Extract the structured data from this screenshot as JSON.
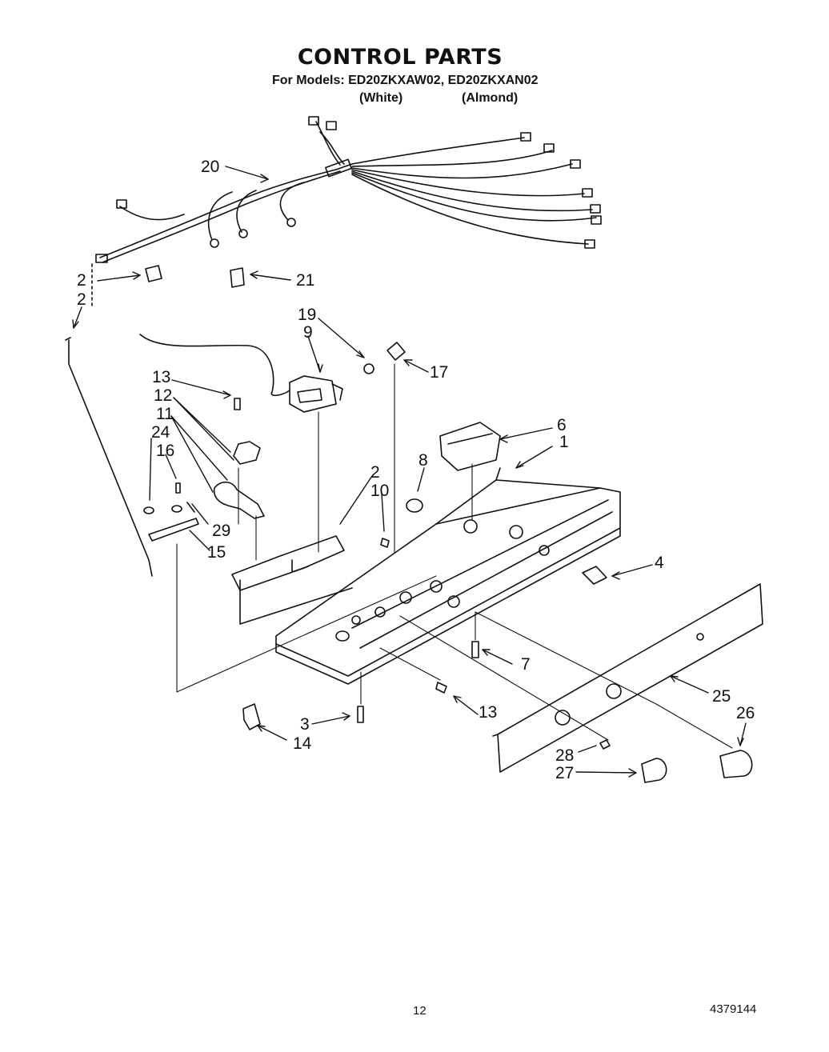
{
  "header": {
    "title": "CONTROL PARTS",
    "models_line": "For Models: ED20ZKXAW02, ED20ZKXAN02",
    "variant_white": "(White)",
    "variant_almond": "(Almond)"
  },
  "callouts": [
    "20",
    "2",
    "2",
    "21",
    "19",
    "9",
    "17",
    "13",
    "12",
    "11",
    "24",
    "16",
    "6",
    "1",
    "8",
    "2",
    "10",
    "29",
    "15",
    "4",
    "7",
    "25",
    "13",
    "26",
    "3",
    "14",
    "28",
    "27"
  ],
  "footer": {
    "page_number": "12",
    "document_number": "4379144"
  }
}
